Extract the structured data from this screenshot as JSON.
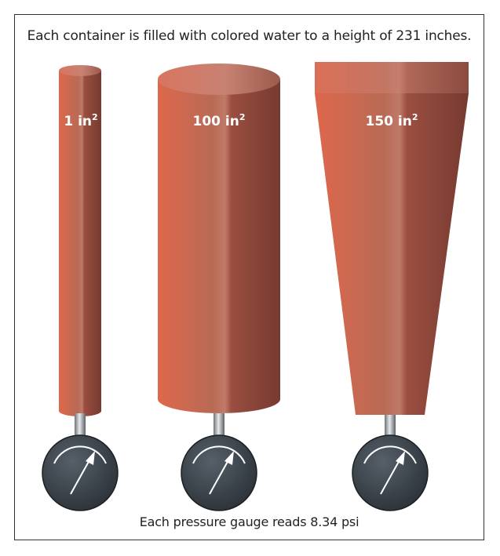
{
  "caption_top": "Each container is filled with colored water to a height of 231 inches.",
  "caption_bottom": "Each pressure gauge reads 8.34 psi",
  "containers": [
    {
      "label": "1 in",
      "exp": "2"
    },
    {
      "label": "100 in",
      "exp": "2"
    },
    {
      "label": "150 in",
      "exp": "2"
    }
  ],
  "colors": {
    "water_light": "#e0674a",
    "water_dark": "#7a3b32",
    "gauge_face": "#3d434b",
    "needle": "#ffffff"
  }
}
